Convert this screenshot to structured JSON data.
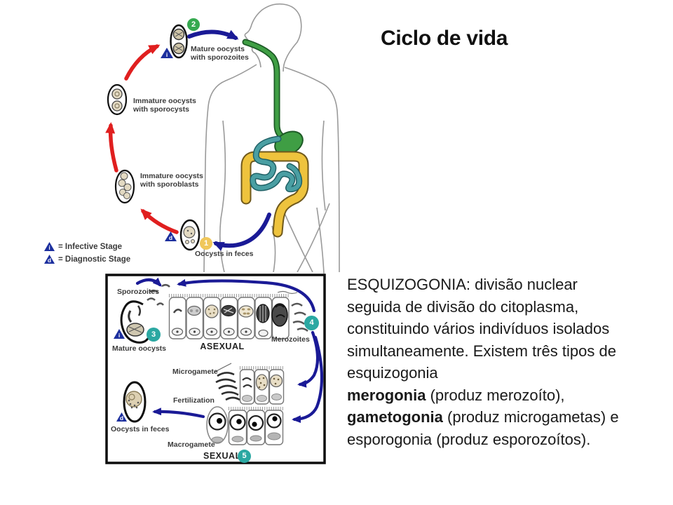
{
  "slide": {
    "title": "Ciclo de vida",
    "body": {
      "intro": "ESQUIZOGONIA: divisão nuclear\nseguida de divisão do citoplasma,\nconstituindo vários indivíduos isolados\nsimultaneamente. Existem três tipos de\nesquizogonia",
      "merogonia_term": "merogonia",
      "merogonia_rest": " (produz merozoíto),",
      "gametogonia_term": "gametogonia",
      "gametogonia_rest": " (produz  microgametas) e",
      "esporogonia_line": "esporogonia (produz esporozoítos)."
    }
  },
  "cycle_diagram": {
    "labels": {
      "mature_oocysts": "Mature oocysts\nwith sporozoites",
      "immature_sporocysts": "Immature oocysts\nwith sporocysts",
      "immature_sporoblasts": "Immature oocysts\nwith sporoblasts",
      "oocysts_in_feces": "Oocysts in feces"
    },
    "stages": {
      "stage1": "1",
      "stage2": "2"
    },
    "markers": {
      "infective": "i",
      "diagnostic": "d"
    },
    "legend": {
      "infective": "= Infective Stage",
      "diagnostic": "= Diagnostic Stage"
    }
  },
  "tissue_diagram": {
    "labels": {
      "sporozoites": "Sporozoites",
      "mature_oocysts": "Mature oocysts",
      "asexual": "ASEXUAL",
      "merozoites": "Merozoites",
      "microgamete": "Microgamete",
      "fertilization": "Fertilization",
      "oocysts_in_feces": "Oocysts in feces",
      "macrogamete": "Macrogamete",
      "sexual": "SEXUAL"
    },
    "stages": {
      "stage3": "3",
      "stage4": "4",
      "stage5": "5"
    }
  },
  "colors": {
    "arrow_red": "#e01f1f",
    "arrow_blue": "#1a1a96",
    "badge_green": "#35a94f",
    "badge_yellow": "#f0c75a",
    "badge_teal": "#2ba8a2",
    "marker_navy": "#1c2f9e",
    "organ_green": "#3f9e44",
    "organ_yellow": "#eec33d",
    "organ_teal": "#4a9fa3"
  }
}
